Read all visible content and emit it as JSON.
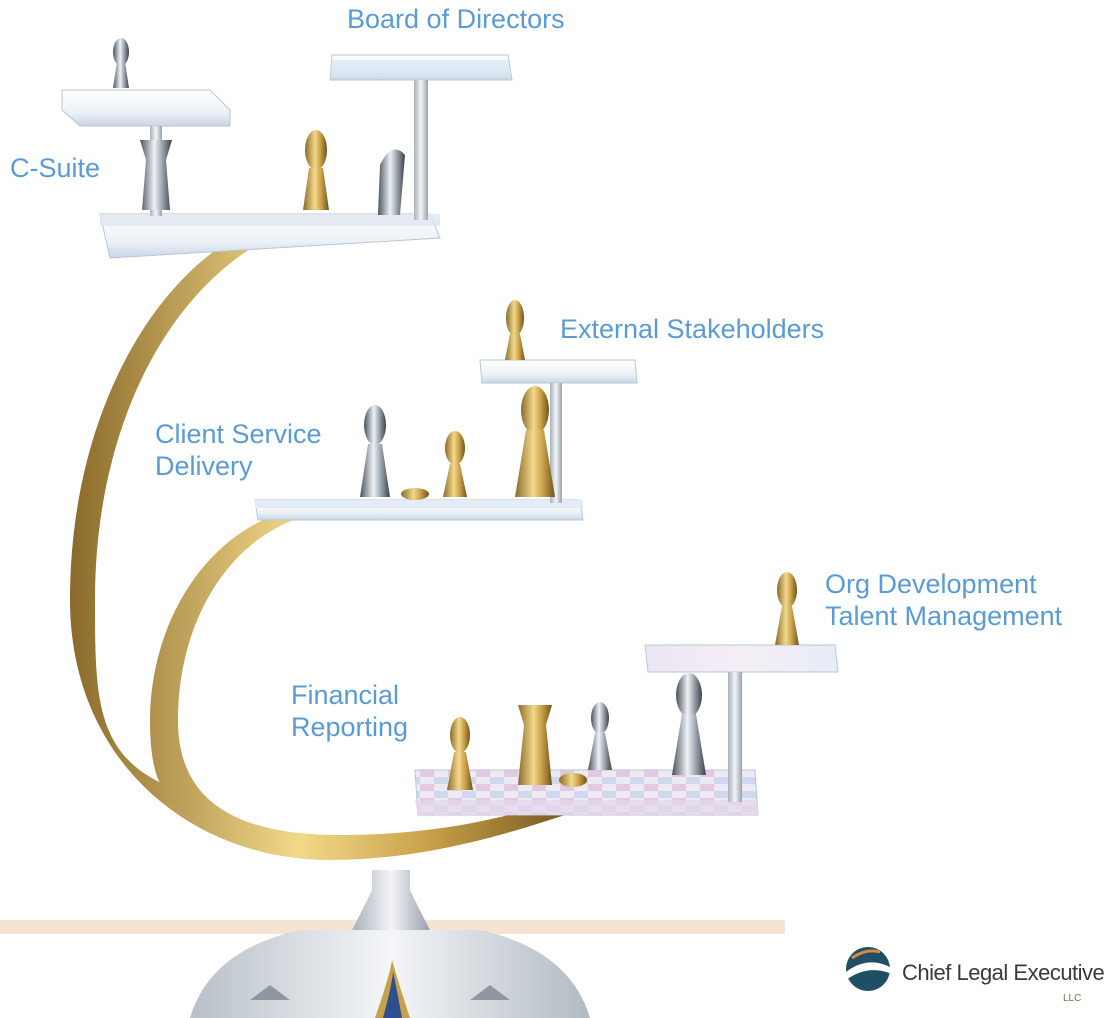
{
  "labels": {
    "board": "Board of Directors",
    "csuite": "C-Suite",
    "external": "External Stakeholders",
    "client_line1": "Client Service",
    "client_line2": "Delivery",
    "org_line1": "Org Development",
    "org_line2": "Talent Management",
    "financial_line1": "Financial",
    "financial_line2": "Reporting"
  },
  "logo": {
    "name": "Chief Legal Executive",
    "suffix": "LLC",
    "icon": "globe-swoosh-icon"
  },
  "colors": {
    "label_blue": "#5b9bd5",
    "gold_arc": "#c9a14a",
    "accent_bar": "#f6e3d2",
    "logo_dark": "#1f4e66"
  }
}
